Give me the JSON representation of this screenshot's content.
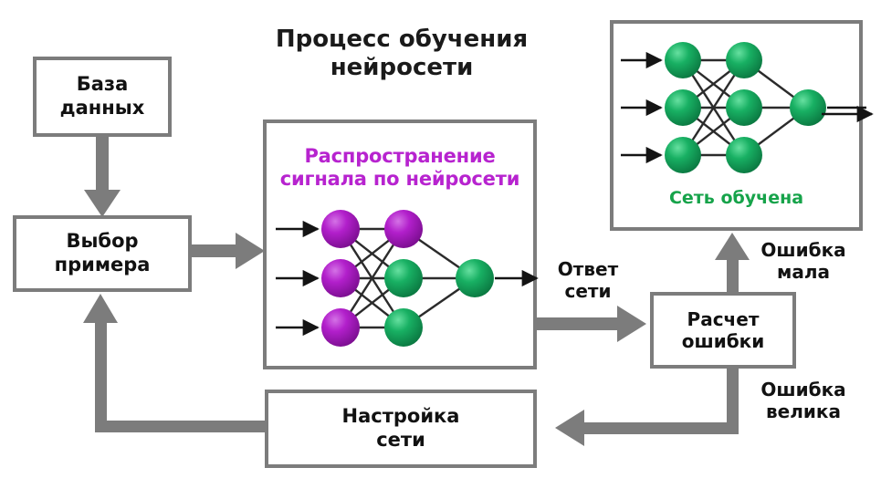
{
  "title": "Процесс обучения нейросети",
  "boxes": {
    "database": "База\nданных",
    "example": "Выбор\nпримера",
    "tune": "Настройка\nсети",
    "error": "Расчет\nошибки"
  },
  "captions": {
    "propagation": "Распространение\nсигнала по нейросети",
    "trained": "Сеть обучена"
  },
  "labels": {
    "answer": "Ответ\nсети",
    "error_small": "Ошибка\nмала",
    "error_big": "Ошибка\nвелика"
  },
  "colors": {
    "purple_node": "#a41bbd",
    "green_node": "#18a558",
    "connector_gray": "#7c7c7c",
    "caption_purple": "#b723cf",
    "caption_green": "#16a34a",
    "text_black": "#121212",
    "box_border": "#7c7c7c",
    "edge_line": "#2b2b2b"
  },
  "networks": {
    "propagation": {
      "input_layer": [
        "purple",
        "purple",
        "purple"
      ],
      "hidden_layer": [
        "purple",
        "green",
        "green"
      ],
      "output_layer": [
        "green"
      ],
      "input_arrows": 3,
      "output_arrows": 1
    },
    "trained": {
      "input_layer": [
        "green",
        "green",
        "green"
      ],
      "hidden_layer": [
        "green",
        "green",
        "green"
      ],
      "output_layer": [
        "green"
      ],
      "input_arrows": 3,
      "output_arrows": 1
    }
  },
  "flow": [
    "База данных",
    "Выбор примера",
    "Распространение сигнала по нейросети",
    "Ответ сети",
    "Расчет ошибки",
    "Ошибка мала",
    "Сеть обучена",
    "Ошибка велика",
    "Настройка сети",
    "Выбор примера"
  ]
}
